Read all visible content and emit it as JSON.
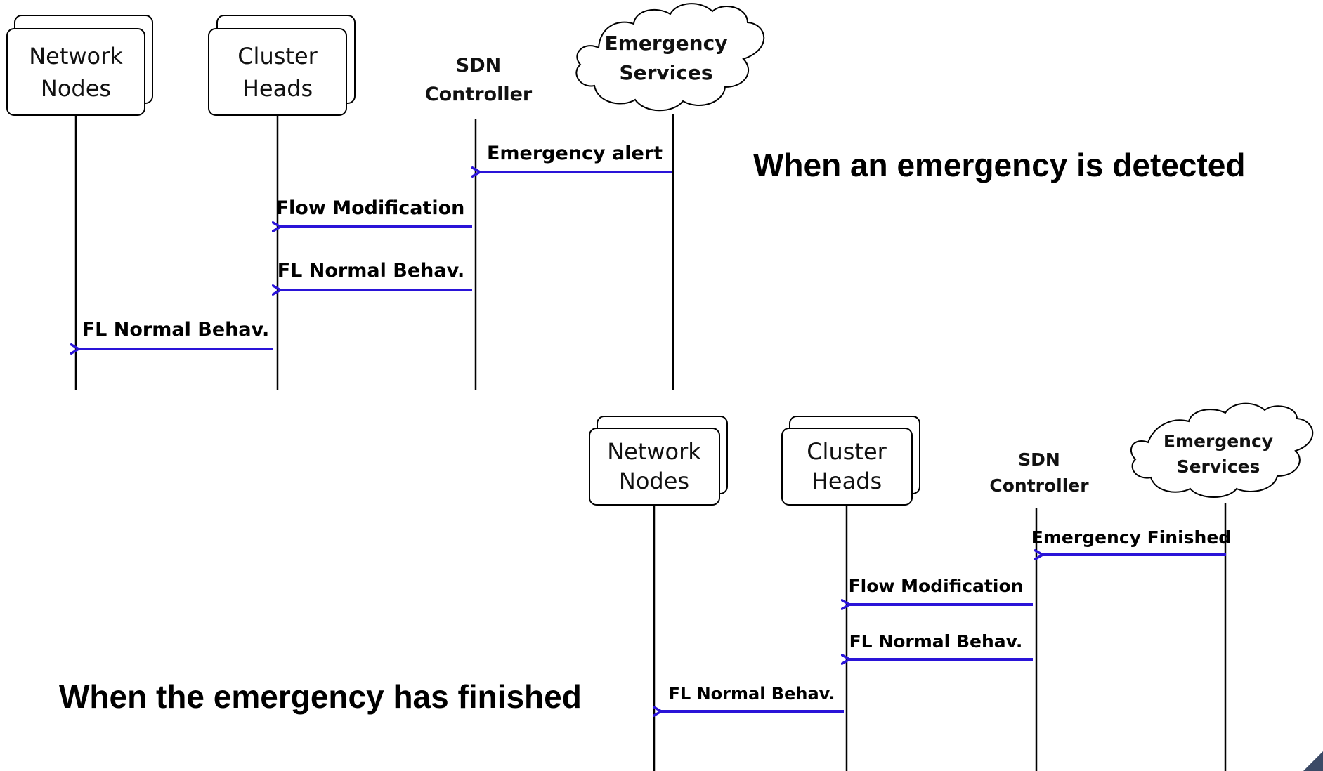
{
  "colors": {
    "arrow": "#2a14d8",
    "line": "#000000",
    "corner": "#3b4a66"
  },
  "scenario_detected": {
    "caption": "When an emergency is detected",
    "participants": {
      "network_nodes": [
        "Network",
        "Nodes"
      ],
      "cluster_heads": [
        "Cluster",
        "Heads"
      ],
      "sdn_controller": [
        "SDN",
        "Controller"
      ],
      "emergency_services": [
        "Emergency",
        "Services"
      ]
    },
    "messages": [
      {
        "from": "Emergency Services",
        "to": "SDN Controller",
        "label": "Emergency  alert"
      },
      {
        "from": "SDN Controller",
        "to": "Cluster Heads",
        "label": "Flow Modification"
      },
      {
        "from": "SDN Controller",
        "to": "Cluster Heads",
        "label": "FL Normal Behav."
      },
      {
        "from": "Cluster Heads",
        "to": "Network Nodes",
        "label": "FL Normal Behav."
      }
    ]
  },
  "scenario_finished": {
    "caption": "When the emergency has finished",
    "participants": {
      "network_nodes": [
        "Network",
        "Nodes"
      ],
      "cluster_heads": [
        "Cluster",
        "Heads"
      ],
      "sdn_controller": [
        "SDN",
        "Controller"
      ],
      "emergency_services": [
        "Emergency",
        "Services"
      ]
    },
    "messages": [
      {
        "from": "Emergency Services",
        "to": "SDN Controller",
        "label": "Emergency  Finished"
      },
      {
        "from": "SDN Controller",
        "to": "Cluster Heads",
        "label": "Flow Modification"
      },
      {
        "from": "SDN Controller",
        "to": "Cluster Heads",
        "label": "FL Normal Behav."
      },
      {
        "from": "Cluster Heads",
        "to": "Network Nodes",
        "label": "FL Normal Behav."
      }
    ]
  }
}
